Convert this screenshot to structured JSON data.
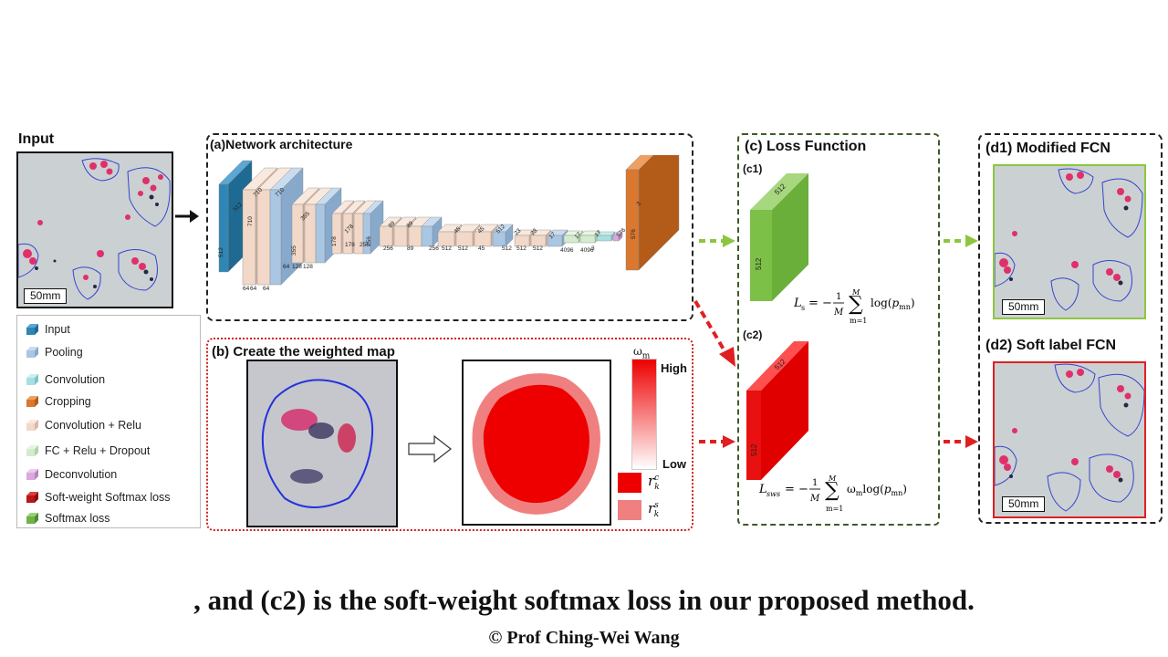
{
  "input_panel": {
    "title": "Input",
    "scale": "50mm"
  },
  "legend": {
    "items": [
      {
        "label": "Input",
        "color": "#2f86b5"
      },
      {
        "label": "Pooling",
        "color": "#a9c6e2"
      },
      {
        "label": "Convolution",
        "color": "#a8dfe0"
      },
      {
        "label": "Cropping",
        "color": "#d9782e"
      },
      {
        "label": "Convolution + Relu",
        "color": "#f1d8c8"
      },
      {
        "label": "FC + Relu + Dropout",
        "color": "#d3eccd"
      },
      {
        "label": "Deconvolution",
        "color": "#d9a9dd"
      },
      {
        "label": "Soft-weight Softmax loss",
        "color": "#b81818"
      },
      {
        "label": "Softmax loss",
        "color": "#6fb24a"
      }
    ]
  },
  "panel_a": {
    "title": "(a)Network architecture",
    "labels": [
      "512",
      "512",
      "710",
      "710",
      "710",
      "64",
      "64",
      "64",
      "355",
      "355",
      "64",
      "128",
      "128",
      "178",
      "178",
      "178",
      "256",
      "256",
      "256",
      "89",
      "89",
      "89",
      "256",
      "512",
      "512",
      "45",
      "45",
      "45",
      "512",
      "512",
      "512",
      "23",
      "23",
      "512",
      "17",
      "4096",
      "17",
      "4096",
      "17",
      "3",
      "576",
      "576",
      "3"
    ]
  },
  "panel_b": {
    "title": "(b) Create the weighted map",
    "colorbar_symbol": "ω",
    "colorbar_sub": "m",
    "high": "High",
    "low": "Low",
    "legend_rc": "r",
    "legend_rc_sup": "c",
    "legend_rc_sub": "k",
    "legend_rs": "r",
    "legend_rs_sup": "s",
    "legend_rs_sub": "k"
  },
  "panel_c": {
    "title": "(c) Loss Function",
    "c1_label": "(c1)",
    "c2_label": "(c2)",
    "c1_block_top": "512",
    "c1_block_side": "512",
    "c2_block_top": "512",
    "c2_block_side": "512",
    "formula_ls": "L_s = −(1/M) Σ_{m=1}^{M} log(p_mn)",
    "formula_lsws": "L_sws = −(1/M) Σ_{m=1}^{M} ω_m log(p_mn)"
  },
  "panel_d": {
    "d1_title": "(d1) Modified FCN",
    "d2_title": "(d2) Soft label FCN",
    "d1_scale": "50mm",
    "d2_scale": "50mm"
  },
  "caption": {
    "line1": ", and (c2) is the soft-weight softmax loss in our proposed method.",
    "line2": "© Prof Ching-Wei Wang"
  },
  "colors": {
    "green_arrow": "#8cc63f",
    "red_arrow": "#e02020",
    "red_fill": "#ee0000",
    "pink_fill": "#f08080",
    "contour": "#3344cc"
  }
}
